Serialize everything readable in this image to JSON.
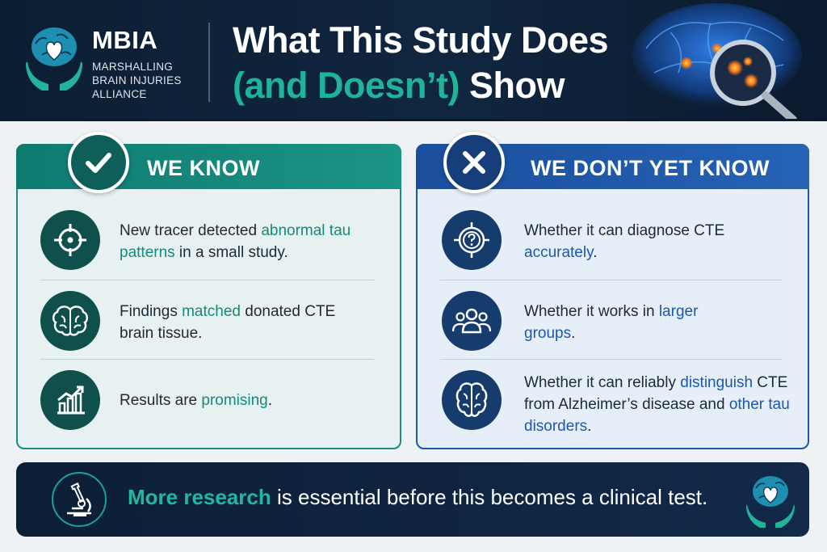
{
  "org": {
    "acronym": "MBIA",
    "name_lines": [
      "Marshalling",
      "Brain Injuries",
      "Alliance"
    ]
  },
  "title": {
    "line1": "What This Study Does",
    "line2_accent": "(and Doesn’t)",
    "line2_rest": " Show"
  },
  "know": {
    "heading": "WE KNOW",
    "badge_icon": "check-icon",
    "items": [
      {
        "icon": "target-icon",
        "pre": "New tracer detected ",
        "hl": "abnormal tau patterns",
        "post": " in a small study."
      },
      {
        "icon": "brain-icon",
        "pre": "Findings ",
        "hl": "matched",
        "post": " donated CTE brain tissue."
      },
      {
        "icon": "chart-growth-icon",
        "pre": "Results are ",
        "hl": "promising",
        "post": "."
      }
    ]
  },
  "dont_know": {
    "heading": "WE DON’T YET KNOW",
    "badge_icon": "x-icon",
    "items": [
      {
        "icon": "question-target-icon",
        "pre": "Whether it can diagnose CTE ",
        "hl": "accurately",
        "post": "."
      },
      {
        "icon": "group-icon",
        "pre": "Whether it works in ",
        "hl": "larger groups",
        "post": "."
      },
      {
        "icon": "brain-icon",
        "pre": "Whether it can reliably ",
        "hl": "distinguish",
        "post": " CTE from Alzheimer’s disease and ",
        "hl2": "other tau disorders",
        "post2": "."
      }
    ]
  },
  "banner": {
    "icon": "microscope-icon",
    "hl": "More research",
    "rest": " is essential before this becomes a clinical test."
  },
  "colors": {
    "navy": "#0d1f36",
    "teal": "#1a9486",
    "blue": "#2563b5",
    "accent_teal": "#1fb39a"
  }
}
